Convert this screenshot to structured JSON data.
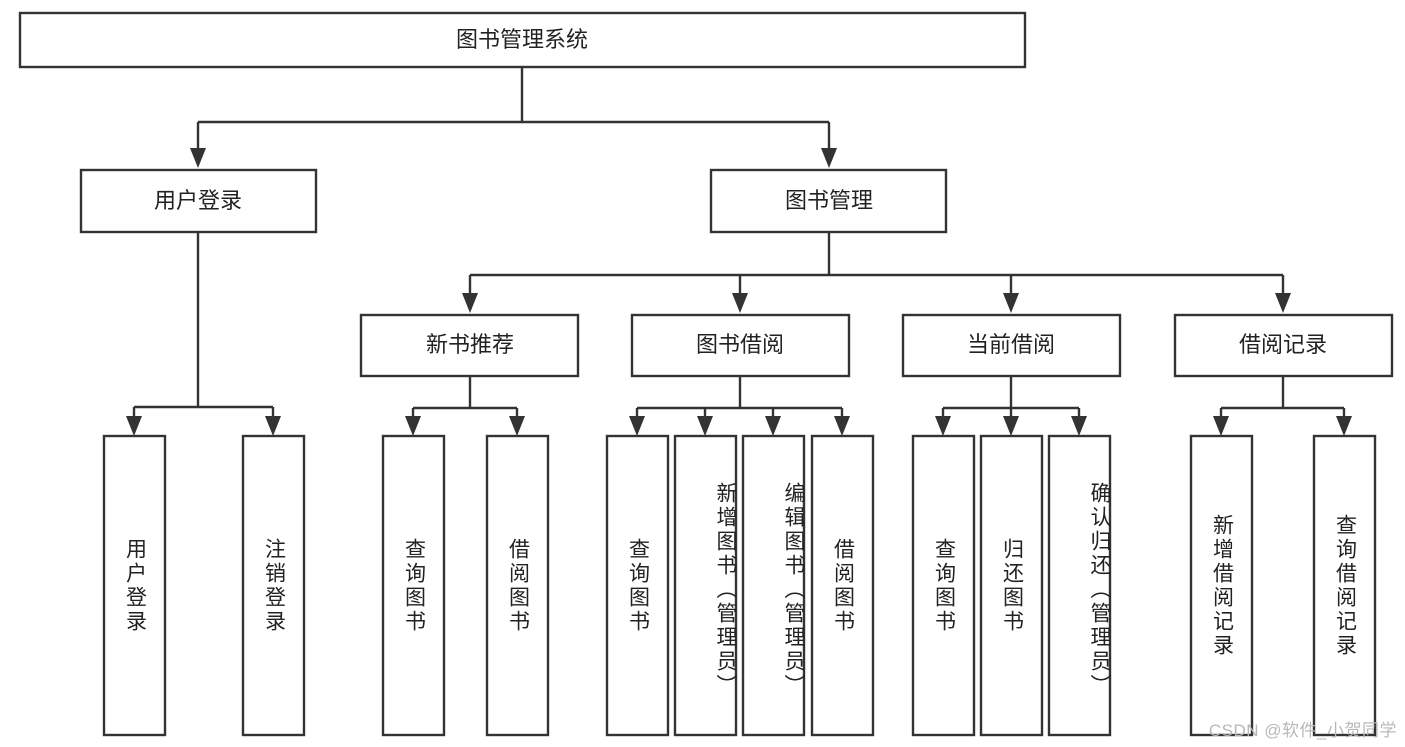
{
  "diagram": {
    "type": "tree",
    "orientation": "top-down",
    "title": "图书管理系统",
    "watermark": "CSDN @软件_小贺同学",
    "colors": {
      "stroke": "#333333",
      "fill": "#ffffff",
      "text": "#222222",
      "watermark": "#b8b8b8"
    },
    "root": {
      "label": "图书管理系统"
    },
    "level2": [
      {
        "label": "用户登录"
      },
      {
        "label": "图书管理"
      }
    ],
    "level3": [
      {
        "label": "新书推荐"
      },
      {
        "label": "图书借阅"
      },
      {
        "label": "当前借阅"
      },
      {
        "label": "借阅记录"
      }
    ],
    "leaves": {
      "user_login": [
        {
          "label": "用户登录"
        },
        {
          "label": "注销登录"
        }
      ],
      "new_book": [
        {
          "label": "查询图书"
        },
        {
          "label": "借阅图书"
        }
      ],
      "borrow_book": [
        {
          "label": "查询图书"
        },
        {
          "label": "新增图书（管理员）"
        },
        {
          "label": "编辑图书（管理员）"
        },
        {
          "label": "借阅图书"
        }
      ],
      "current_borrow": [
        {
          "label": "查询图书"
        },
        {
          "label": "归还图书"
        },
        {
          "label": "确认归还（管理员）"
        }
      ],
      "borrow_record": [
        {
          "label": "新增借阅记录"
        },
        {
          "label": "查询借阅记录"
        }
      ]
    }
  }
}
